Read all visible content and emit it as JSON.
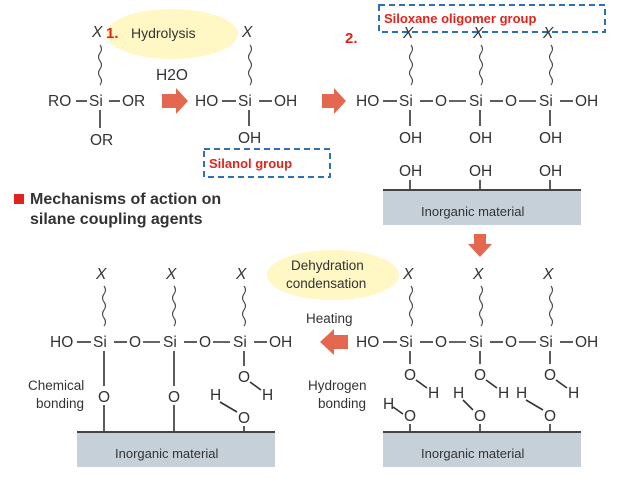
{
  "step1": {
    "number": "1.",
    "label": "Hydrolysis"
  },
  "step2": {
    "number": "2."
  },
  "reagent": "H2O",
  "x_symbol": "X",
  "silane": {
    "left": "RO",
    "si": "Si",
    "right": "OR",
    "bottom": "OR"
  },
  "silanol": {
    "left": "HO",
    "si": "Si",
    "right": "OH",
    "bottom": "OH"
  },
  "siloxane_chain": [
    "HO",
    "Si",
    "O",
    "Si",
    "O",
    "Si",
    "OH"
  ],
  "oh_group": "OH",
  "o_atom": "O",
  "h_atom": "H",
  "callouts": {
    "siloxane": "Siloxane oligomer group",
    "silanol": "Silanol group"
  },
  "heading": [
    "Mechanisms of action on",
    "silane coupling agents"
  ],
  "inorganic_material": "Inorganic material",
  "dehydration": [
    "Dehydration",
    "condensation"
  ],
  "heating": "Heating",
  "chemical_bonding": [
    "Chemical",
    "bonding"
  ],
  "hydrogen_bonding": [
    "Hydrogen",
    "bonding"
  ],
  "colors": {
    "accent": "#e0241c",
    "arrow": "#e4674f",
    "dashed": "#2f6fb5",
    "oval": "#fff7c4",
    "material": "#c6d0d9"
  }
}
